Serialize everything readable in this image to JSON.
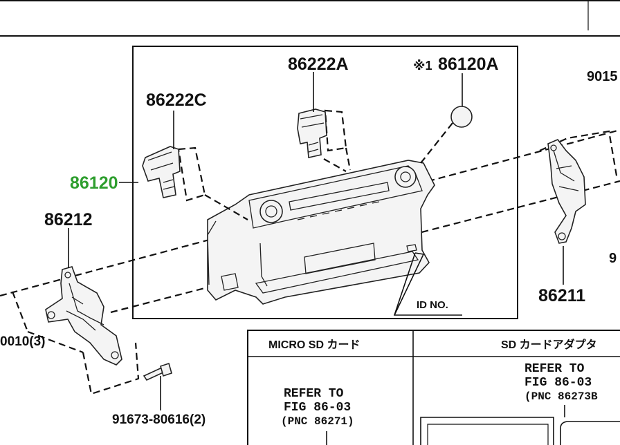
{
  "callouts": {
    "main_assembly": "86120",
    "knob_a": "86222A",
    "knob_c": "86222C",
    "cap": "86120A",
    "cap_note_mark": "※1",
    "bracket_left": "86212",
    "bracket_right": "86211",
    "bolt": "91673-80616(2)",
    "screw_left": "0010(3)",
    "screw_right_top": "9015",
    "screw_right_mid": "9",
    "id_no": "ID NO."
  },
  "ref_table": {
    "col1_header": "MICRO SD カード",
    "col2_header": "SD カードアダプタ",
    "col1_refer": [
      "REFER TO",
      "FIG 86-03",
      "(PNC 86271)"
    ],
    "col2_refer": [
      "REFER TO",
      "FIG 86-03",
      "(PNC 86273B"
    ]
  },
  "colors": {
    "highlight": "#2e9e2e",
    "line": "#111111"
  }
}
